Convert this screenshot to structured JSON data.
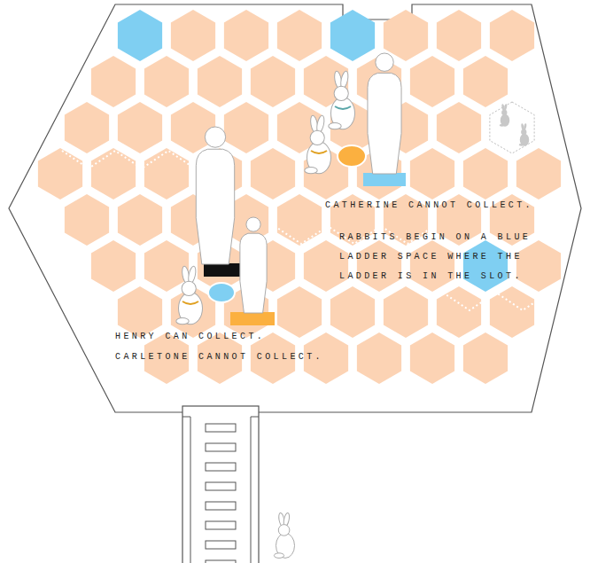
{
  "diagram": {
    "labels": [
      "CATHERINE CANNOT COLLECT.",
      "HENRY CAN COLLECT.",
      "CARLETONE CANNOT COLLECT.",
      "RABBITS BEGIN ON A BLUE LADDER SPACE WHERE THE LADDER IS IN THE SLOT."
    ]
  }
}
